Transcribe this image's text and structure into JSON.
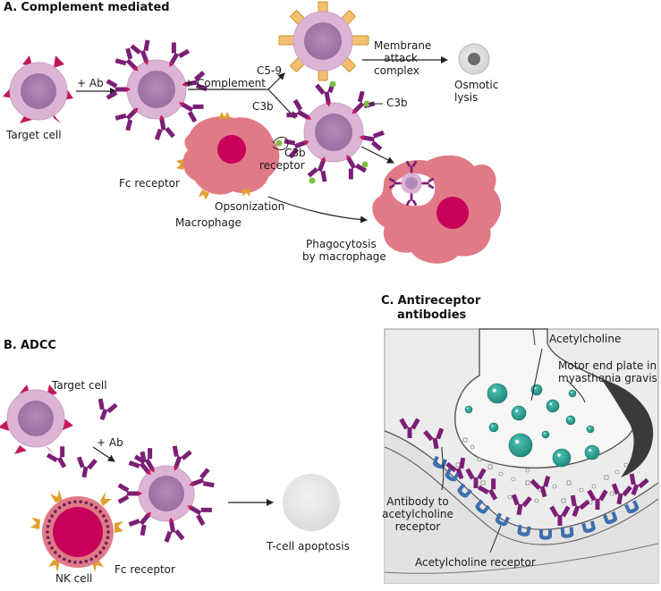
{
  "sections": {
    "a": {
      "letter": "A.",
      "title": "Complement mediated"
    },
    "b": {
      "letter": "B.",
      "title": "ADCC"
    },
    "c": {
      "letter": "C.",
      "title_line1": "Antireceptor",
      "title_line2": "antibodies"
    }
  },
  "labels_a": {
    "target_cell": "Target cell",
    "plus_ab": "+ Ab",
    "plus_complement": "+ Complement",
    "c5_9": "C5-9",
    "c3b_arrow": "C3b",
    "c3b_dot": "C3b",
    "membrane_line1": "Membrane",
    "membrane_line2": "attack",
    "membrane_line3": "complex",
    "osmotic_line1": "Osmotic",
    "osmotic_line2": "lysis",
    "c3b_receptor_line1": "C3b",
    "c3b_receptor_line2": "receptor",
    "fc_receptor": "Fc receptor",
    "opsonization": "Opsonization",
    "macrophage": "Macrophage",
    "phago_line1": "Phagocytosis",
    "phago_line2": "by macrophage"
  },
  "labels_b": {
    "target_cell": "Target cell",
    "plus_ab": "+ Ab",
    "nk_cell": "NK cell",
    "fc_receptor": "Fc receptor",
    "apoptosis": "T-cell apoptosis"
  },
  "labels_c": {
    "acetylcholine": "Acetylcholine",
    "motor_line1": "Motor end plate in",
    "motor_line2": "myasthenia gravis",
    "antibody_line1": "Antibody to",
    "antibody_line2": "acetylcholine",
    "antibody_line3": "receptor",
    "ach_receptor": "Acetylcholine receptor"
  },
  "colors": {
    "target_outer": "#dcb4d6",
    "target_inner": "#a87aab",
    "antigen": "#c2185b",
    "antibody": "#7b1f76",
    "macrophage": "#e07a86",
    "nucleus": "#c8005a",
    "fc_receptor": "#e0a030",
    "mac_complex": "#f2c070",
    "c3b_dot": "#7cc242",
    "vesicle": "#2a9d8f",
    "ach_receptor": "#3d6fb0",
    "lysis_cell": "#e6e6e6"
  }
}
